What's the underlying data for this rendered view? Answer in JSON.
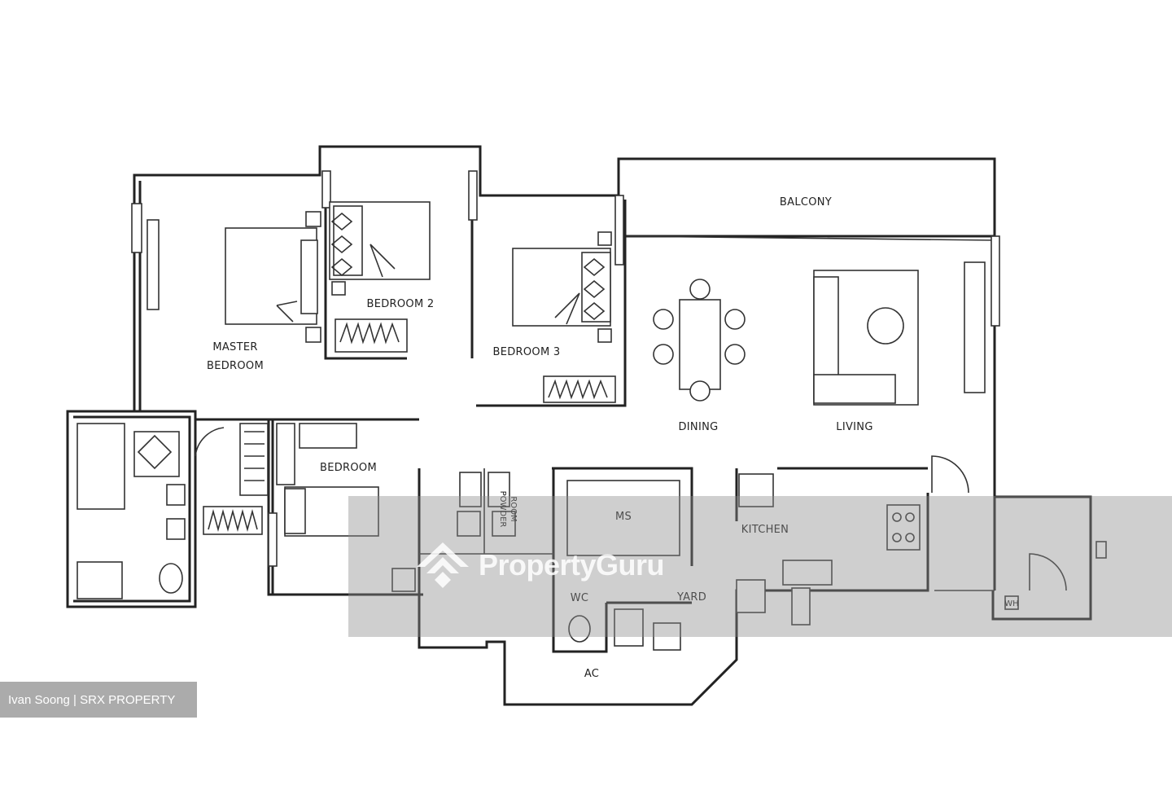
{
  "rooms": {
    "balcony": "BALCONY",
    "master_bedroom_line1": "MASTER",
    "master_bedroom_line2": "BEDROOM",
    "bedroom2": "BEDROOM 2",
    "bedroom3": "BEDROOM 3",
    "dining": "DINING",
    "living": "LIVING",
    "bedroom4": "BEDROOM",
    "powder_room_line1": "POWDER",
    "powder_room_line2": "ROOM",
    "ms": "MS",
    "kitchen": "KITCHEN",
    "wc": "WC",
    "yard": "YARD",
    "ac": "AC",
    "wh": "WH"
  },
  "watermark": {
    "text": "PropertyGuru",
    "logo_icon": "propertyguru-logo-icon"
  },
  "credit": {
    "text": "Ivan Soong | SRX PROPERTY"
  }
}
